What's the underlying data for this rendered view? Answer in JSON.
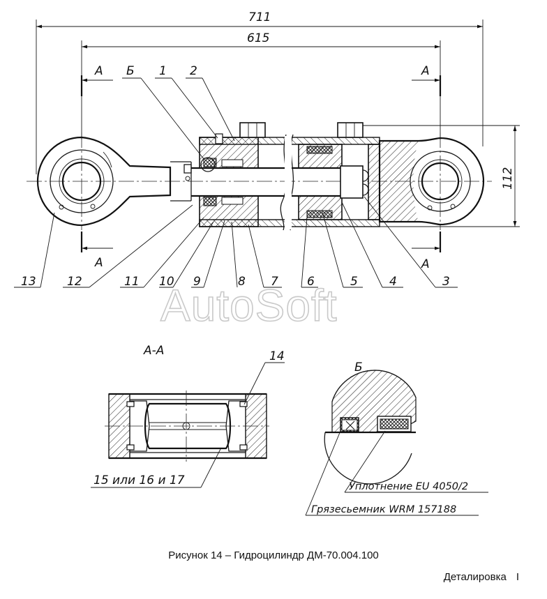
{
  "dimensions": {
    "overall_length": "711",
    "center_distance": "615",
    "height": "112"
  },
  "section_marks": {
    "a": "А",
    "b": "Б"
  },
  "part_numbers": [
    "1",
    "2",
    "3",
    "4",
    "5",
    "6",
    "7",
    "8",
    "9",
    "10",
    "11",
    "12",
    "13",
    "14"
  ],
  "section_aa_title": "А-А",
  "detail_b_title": "Б",
  "bearing_options_label": "15 или 16 и 17",
  "seal_label": "Уплотнение EU 4050/2",
  "wiper_label": "Грязесьемник WRM 157188",
  "watermark": "AutoSoft",
  "caption": "Рисунок 14 – Гидроцилиндр ДМ-70.004.100",
  "footer": {
    "section": "Деталировка",
    "mark": "I"
  }
}
